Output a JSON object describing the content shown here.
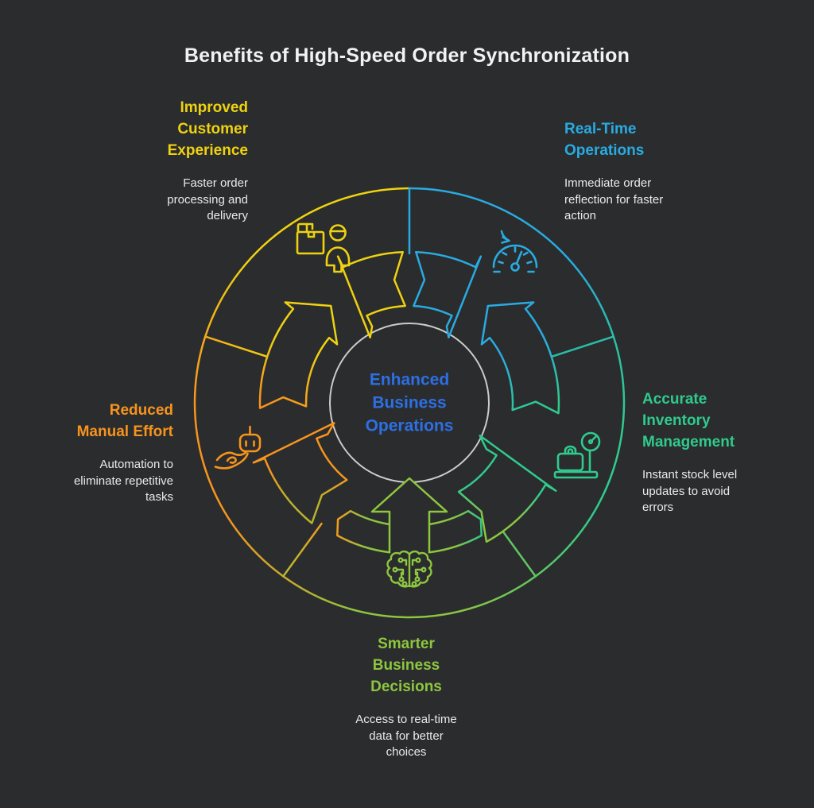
{
  "title": "Benefits of High-Speed Order Synchronization",
  "title_color": "#f2f2f2",
  "body_text_color": "#eaeaea",
  "background_color": "#2b2c2d",
  "center": {
    "label": "Enhanced\nBusiness\nOperations",
    "color": "#2d6fe4",
    "circle_color": "#cccccc"
  },
  "segments": [
    {
      "name": "improved-customer-experience",
      "title": "Improved\nCustomer\nExperience",
      "description": "Faster order\nprocessing and\ndelivery",
      "color": "#eed211",
      "icon": "delivery-person-icon"
    },
    {
      "name": "real-time-operations",
      "title": "Real-Time\nOperations",
      "description": "Immediate order\nreflection for faster\naction",
      "color": "#29abe2",
      "icon": "speedometer-icon"
    },
    {
      "name": "accurate-inventory-management",
      "title": "Accurate\nInventory\nManagement",
      "description": "Instant stock level\nupdates to avoid\nerrors",
      "color": "#2fcb8e",
      "icon": "weighing-scale-icon"
    },
    {
      "name": "smarter-business-decisions",
      "title": "Smarter\nBusiness\nDecisions",
      "description": "Access to real-time\ndata for better\nchoices",
      "color": "#8dc63f",
      "icon": "brain-circuit-icon"
    },
    {
      "name": "reduced-manual-effort",
      "title": "Reduced\nManual Effort",
      "description": "Automation to\neliminate repetitive\ntasks",
      "color": "#f7941e",
      "icon": "hand-robot-icon"
    }
  ],
  "blend_colors": {
    "blue_green": "#2abda8",
    "green_lime": "#5fc761",
    "lime_orange": "#c5a92c",
    "orange_yellow": "#f3ac19",
    "lime_tail_orange": "#ef9d1f",
    "lime_tail_green": "#35c487",
    "orange_tail_lime": "#b9b32b"
  }
}
